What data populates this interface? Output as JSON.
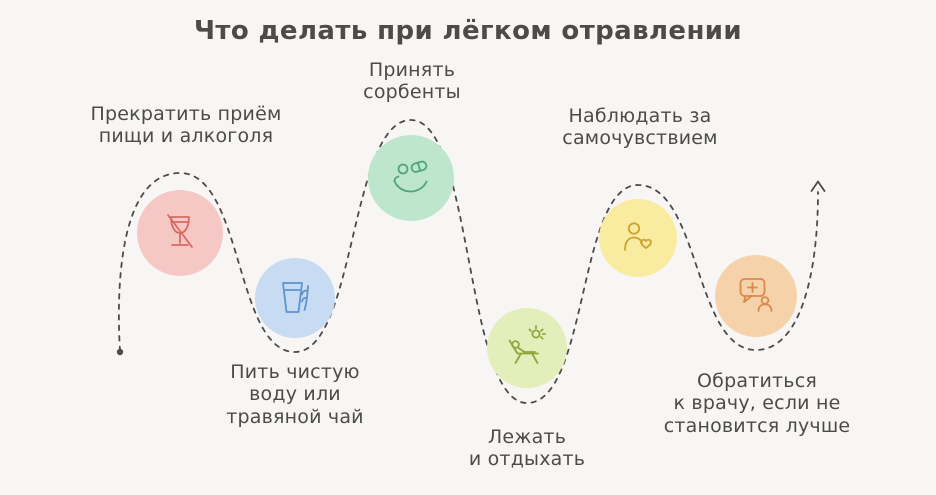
{
  "title": "Что делать при лёгком отравлении",
  "colors": {
    "background": "#f7f6f4",
    "text": "#4c4b49",
    "path": "#4c4b49"
  },
  "steps": [
    {
      "id": "stop-eating-alcohol",
      "label": "Прекратить приём\nпищи и алкоголя",
      "icon": "no-alcohol-icon",
      "circle_color": "#f6c8c5",
      "icon_color": "#d66a62"
    },
    {
      "id": "drink-water-or-tea",
      "label": "Пить чистую\nводу или\nтравяной чай",
      "icon": "water-glass-icon",
      "circle_color": "#c7dcf2",
      "icon_color": "#5e93cf"
    },
    {
      "id": "take-sorbents",
      "label": "Принять\nсорбенты",
      "icon": "hand-with-pills-icon",
      "circle_color": "#bee6cd",
      "icon_color": "#4fa678"
    },
    {
      "id": "lie-down-rest",
      "label": "Лежать\nи отдыхать",
      "icon": "resting-person-icon",
      "circle_color": "#e4eebb",
      "icon_color": "#8fa63d"
    },
    {
      "id": "monitor-condition",
      "label": "Наблюдать за\nсамочувствием",
      "icon": "person-with-heart-icon",
      "circle_color": "#f9eca1",
      "icon_color": "#cda32f"
    },
    {
      "id": "see-doctor",
      "label": "Обратиться\nк врачу, если не\nстановится лучше",
      "icon": "medical-chat-icon",
      "circle_color": "#f6d2aa",
      "icon_color": "#d8894d"
    }
  ]
}
